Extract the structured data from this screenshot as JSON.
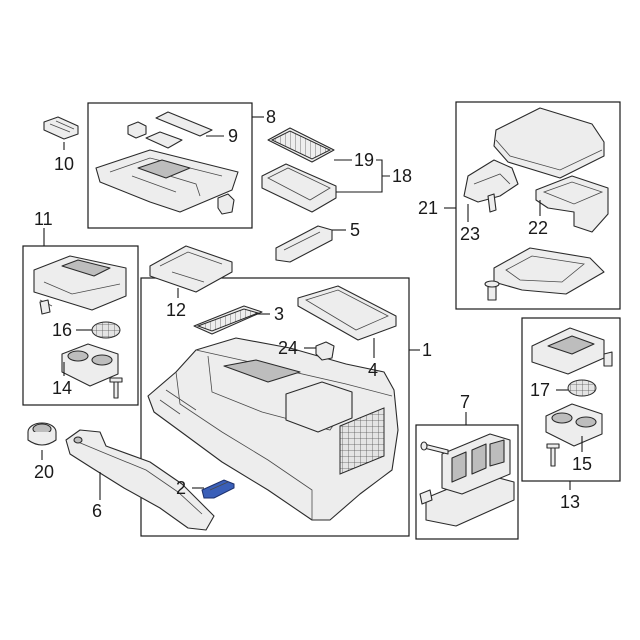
{
  "callouts": {
    "c1": "1",
    "c2": "2",
    "c3": "3",
    "c4": "4",
    "c5": "5",
    "c6": "6",
    "c7": "7",
    "c8": "8",
    "c9": "9",
    "c10": "10",
    "c11": "11",
    "c12": "12",
    "c13": "13",
    "c14": "14",
    "c15": "15",
    "c16": "16",
    "c17": "17",
    "c18": "18",
    "c19": "19",
    "c20": "20",
    "c21": "21",
    "c22": "22",
    "c23": "23",
    "c24": "24"
  },
  "colors": {
    "highlight": "#3a5fb8",
    "line": "#1a1a1a",
    "part_fill": "#ededed"
  }
}
